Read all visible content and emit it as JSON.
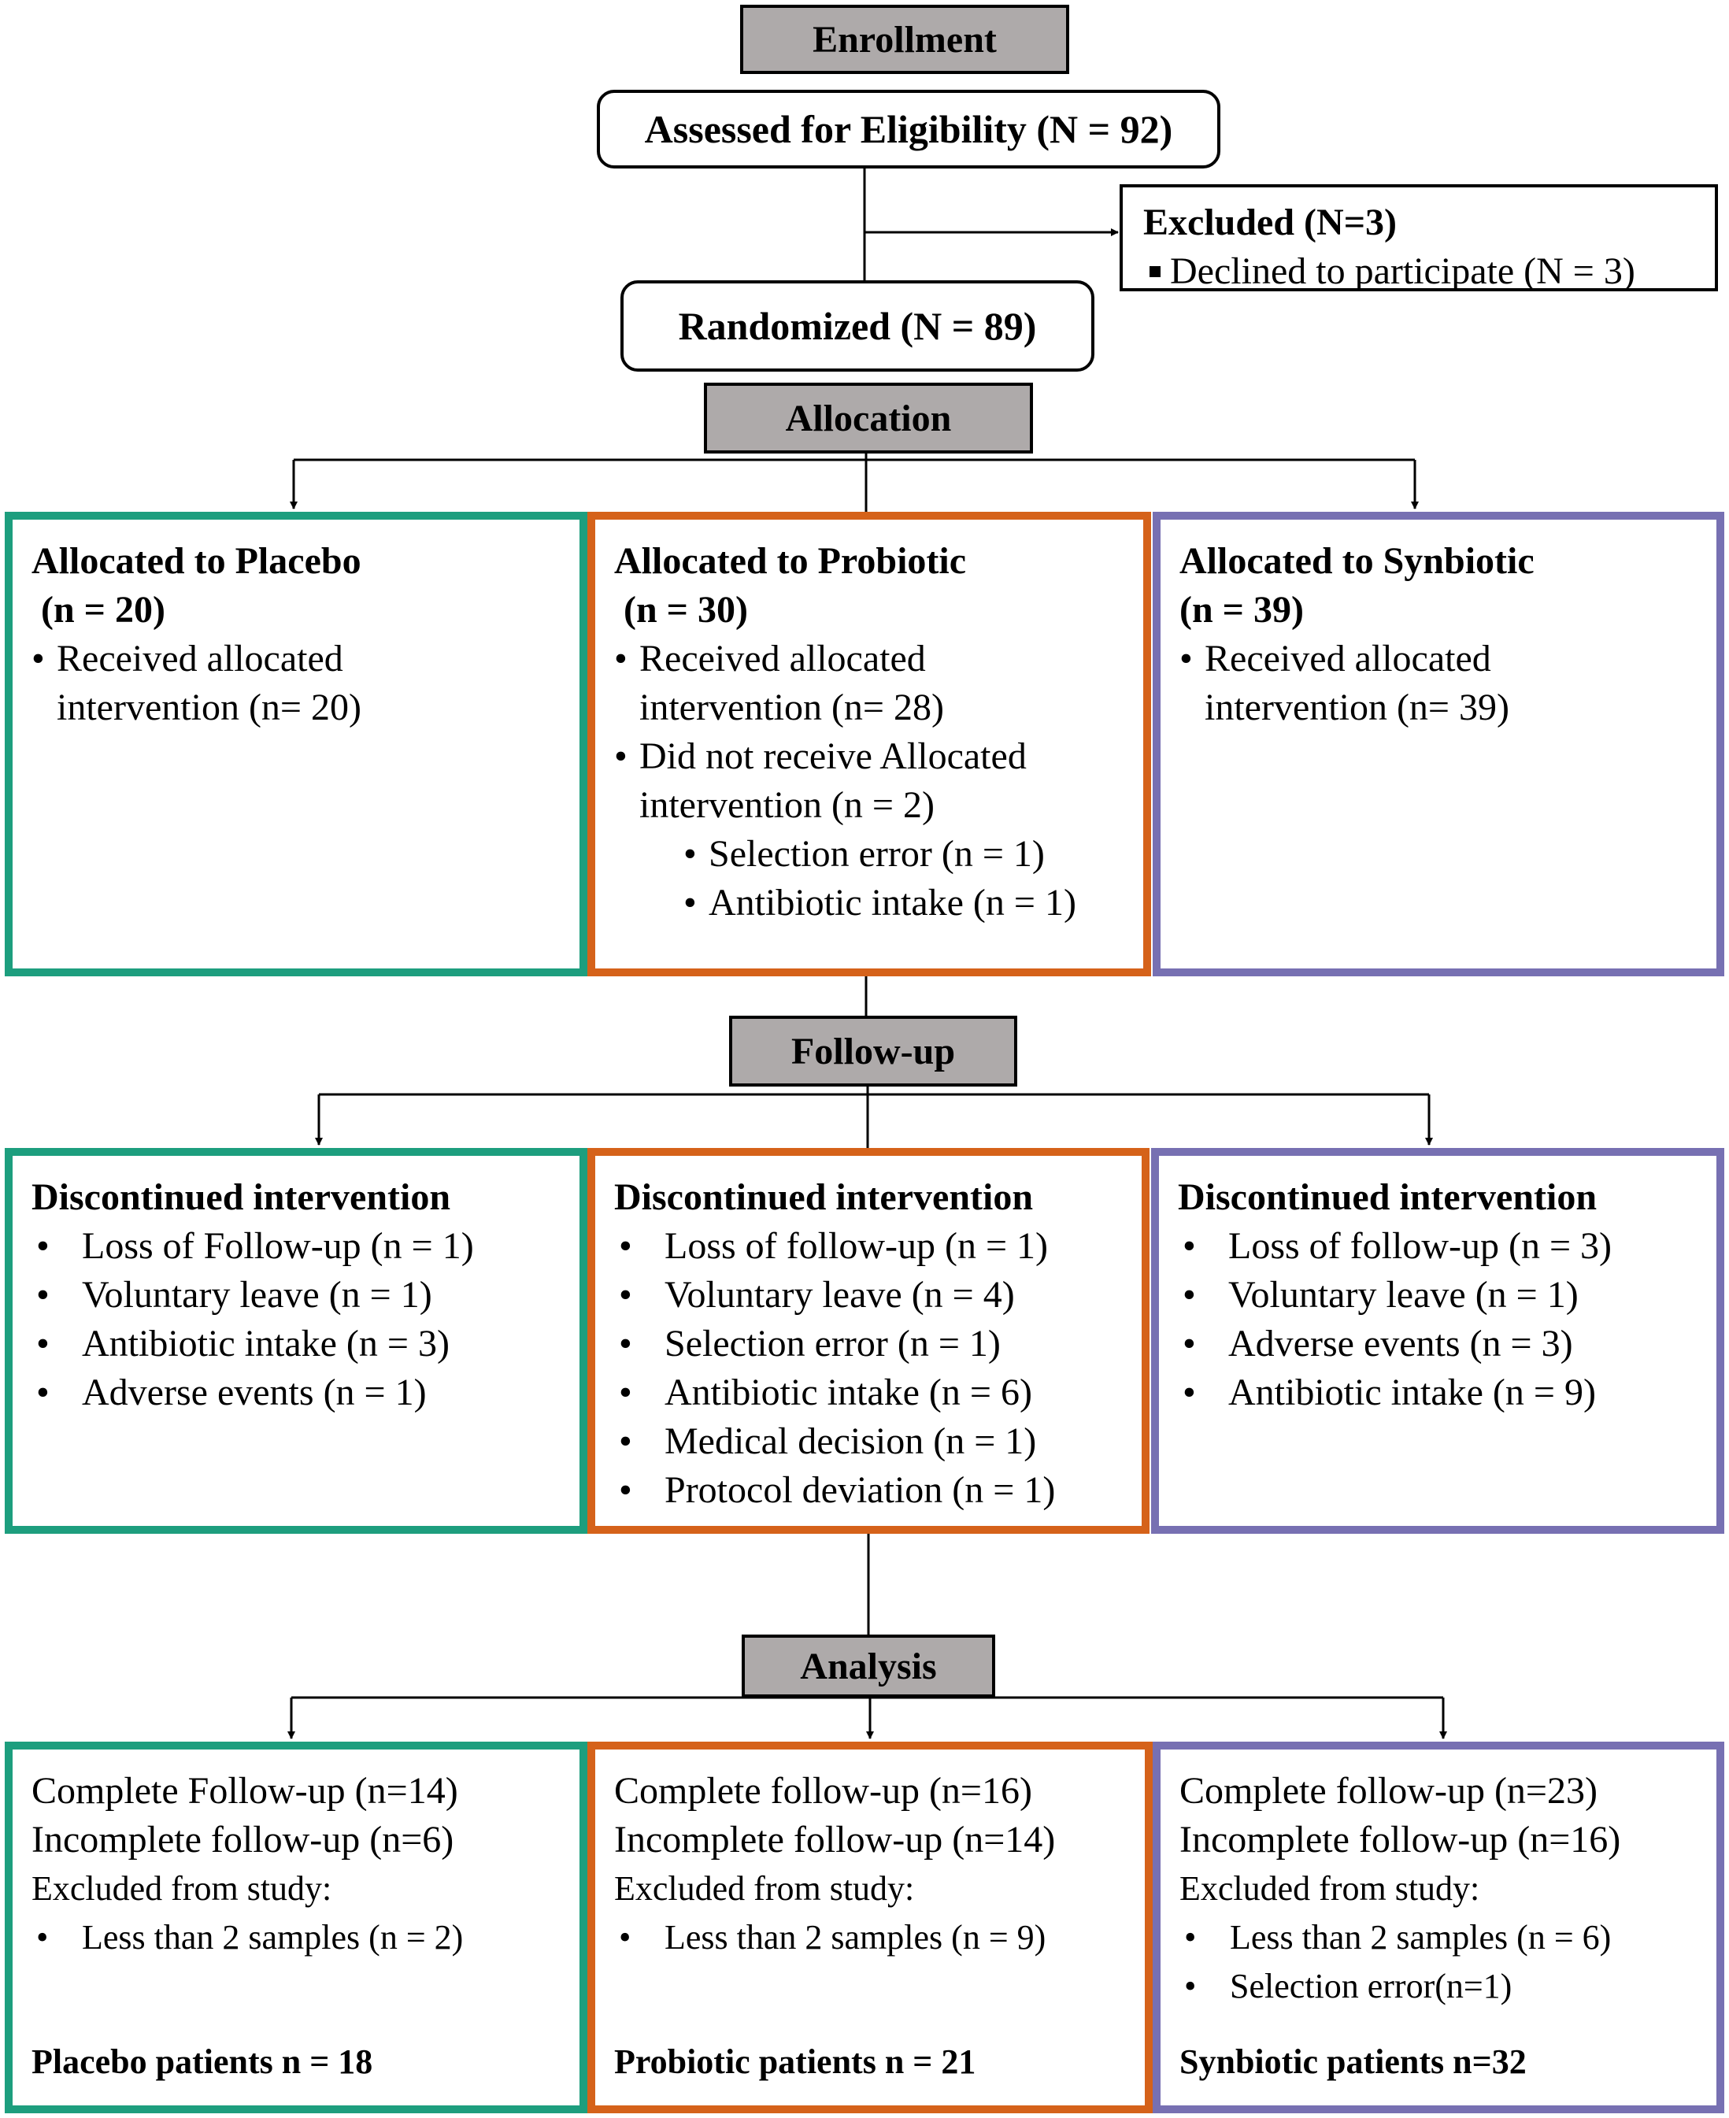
{
  "enrollment": {
    "label": "Enrollment",
    "assessed": "Assessed for Eligibility (N = 92)",
    "excluded_title": "Excluded (N=3)",
    "excluded_item": "Declined to participate (N = 3)",
    "randomized": "Randomized (N = 89)"
  },
  "allocation": {
    "label": "Allocation",
    "placebo": {
      "title": "Allocated to Placebo",
      "n": "(n = 20)",
      "items": [
        "Received allocated",
        "intervention (n= 20)"
      ]
    },
    "probiotic": {
      "title": "Allocated to Probiotic",
      "n": "(n = 30)",
      "items": [
        "Received allocated",
        "intervention (n= 28)",
        "Did not receive Allocated",
        "intervention (n = 2)",
        "Selection error (n = 1)",
        "Antibiotic intake (n = 1)"
      ]
    },
    "synbiotic": {
      "title": "Allocated to Synbiotic",
      "n": "(n = 39)",
      "items": [
        "Received allocated",
        "intervention (n= 39)"
      ]
    }
  },
  "followup": {
    "label": "Follow-up",
    "placebo": {
      "title": "Discontinued intervention",
      "items": [
        "Loss of Follow-up (n = 1)",
        "Voluntary  leave (n = 1)",
        "Antibiotic intake (n = 3)",
        "Adverse events (n = 1)"
      ]
    },
    "probiotic": {
      "title": "Discontinued intervention",
      "items": [
        "Loss of follow-up (n = 1)",
        "Voluntary  leave (n = 4)",
        "Selection error (n = 1)",
        "Antibiotic intake (n = 6)",
        "Medical decision (n = 1)",
        "Protocol deviation (n = 1)"
      ]
    },
    "synbiotic": {
      "title": "Discontinued intervention",
      "items": [
        "Loss of follow-up (n = 3)",
        "Voluntary  leave (n = 1)",
        "Adverse events (n = 3)",
        "Antibiotic intake (n = 9)"
      ]
    }
  },
  "analysis": {
    "label": "Analysis",
    "placebo": {
      "complete": "Complete Follow-up (n=14)",
      "incomplete": "Incomplete follow-up (n=6)",
      "excluded": "Excluded from study:",
      "items": [
        "Less than 2 samples (n = 2)"
      ],
      "total": "Placebo patients n = 18"
    },
    "probiotic": {
      "complete": "Complete follow-up (n=16)",
      "incomplete": "Incomplete follow-up (n=14)",
      "excluded": "Excluded from study:",
      "items": [
        "Less than 2 samples (n = 9)"
      ],
      "total": "Probiotic patients n = 21"
    },
    "synbiotic": {
      "complete": "Complete follow-up (n=23)",
      "incomplete": "Incomplete follow-up (n=16)",
      "excluded": "Excluded from study:",
      "items": [
        "Less than 2 samples (n = 6)",
        "Selection error(n=1)"
      ],
      "total": "Synbiotic patients n=32"
    }
  },
  "bullet": "•",
  "colors": {
    "placebo": "#1d9e7e",
    "probiotic": "#d5621a",
    "synbiotic": "#7770b2",
    "phase": "#aeaaaa"
  }
}
